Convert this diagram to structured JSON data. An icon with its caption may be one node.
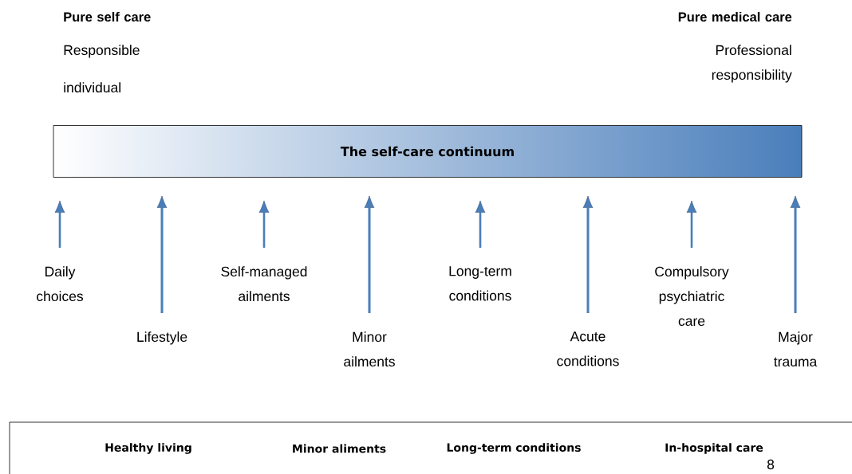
{
  "diagram": {
    "nodes": [
      {
        "text": [
          "The self-care continuum"
        ]
      },
      {
        "text": [
          "Daily choices"
        ]
      },
      {
        "text": [
          "Lifestyle"
        ]
      },
      {
        "text": [
          "Self-managed ailments"
        ]
      },
      {
        "text": [
          "Minor ailments"
        ]
      },
      {
        "text": [
          "Long-term conditions"
        ]
      },
      {
        "text": [
          "Acute conditions"
        ]
      },
      {
        "text": [
          "Compulsory psychiatric care"
        ]
      },
      {
        "text": [
          "Major trauma"
        ]
      },
      {
        "text": [
          "Healthy living",
          "Minor aliments",
          "Long-term conditions",
          "In-hospital care"
        ]
      }
    ],
    "edges": [
      {
        "from": 1,
        "to": 0,
        "arrow": "to"
      },
      {
        "from": 2,
        "to": 0,
        "arrow": "to"
      },
      {
        "from": 3,
        "to": 0,
        "arrow": "to"
      },
      {
        "from": 4,
        "to": 0,
        "arrow": "to"
      },
      {
        "from": 5,
        "to": 0,
        "arrow": "to"
      },
      {
        "from": 6,
        "to": 0,
        "arrow": "to"
      },
      {
        "from": 7,
        "to": 0,
        "arrow": "to"
      },
      {
        "from": 8,
        "to": 0,
        "arrow": "to"
      }
    ],
    "labels": [
      "Pure self care",
      "Responsible individual",
      "Pure medical care",
      "Professional responsibility",
      "8"
    ]
  }
}
